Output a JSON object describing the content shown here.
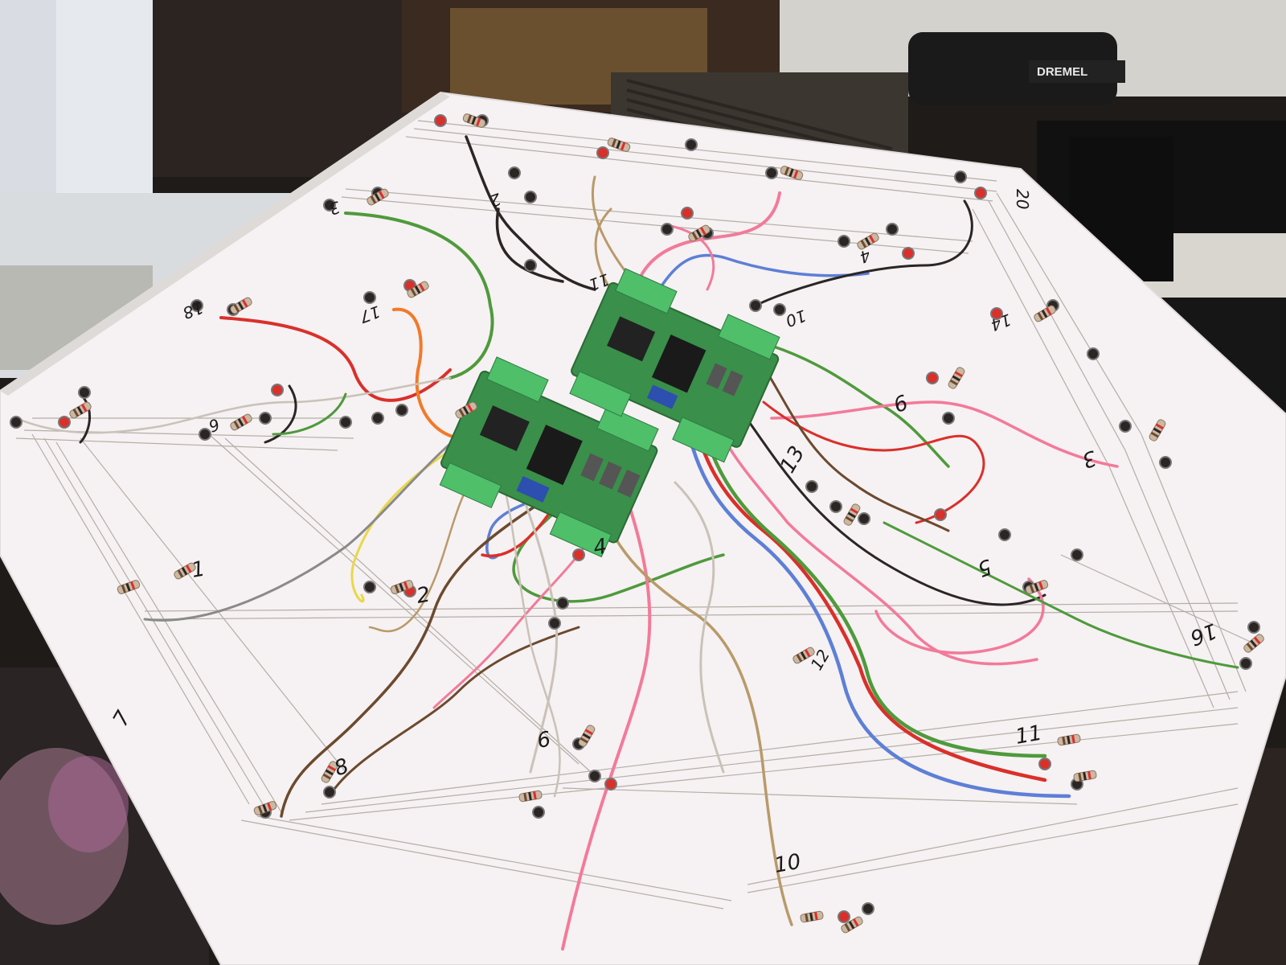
{
  "scene": {
    "board_color": "#f6f1f2",
    "background_color": "#1e1b18"
  },
  "board_numbers": [
    {
      "id": "n1",
      "text": "1"
    },
    {
      "id": "n2",
      "text": "2"
    },
    {
      "id": "n3",
      "text": "3"
    },
    {
      "id": "n4",
      "text": "4"
    },
    {
      "id": "n5",
      "text": "5"
    },
    {
      "id": "n6",
      "text": "6"
    },
    {
      "id": "n7",
      "text": "7"
    },
    {
      "id": "n8",
      "text": "8"
    },
    {
      "id": "n9",
      "text": "9"
    },
    {
      "id": "n10",
      "text": "10"
    },
    {
      "id": "n11",
      "text": "11"
    },
    {
      "id": "n12",
      "text": "12"
    },
    {
      "id": "n13",
      "text": "13"
    },
    {
      "id": "n14",
      "text": "14"
    },
    {
      "id": "n16",
      "text": "16"
    },
    {
      "id": "n17",
      "text": "17"
    },
    {
      "id": "n18",
      "text": "18"
    },
    {
      "id": "n20",
      "text": "20"
    },
    {
      "id": "n2b",
      "text": "2"
    },
    {
      "id": "n6b",
      "text": "6"
    },
    {
      "id": "n10b",
      "text": "10"
    },
    {
      "id": "n11b",
      "text": "11"
    },
    {
      "id": "n3b",
      "text": "3"
    },
    {
      "id": "n4b",
      "text": "4"
    }
  ],
  "equipment": {
    "tool_label": "DREMEL"
  },
  "wire_colors": {
    "red": "#d9302b",
    "pink": "#f27a9a",
    "green": "#4e9a3c",
    "blue": "#5d7fd6",
    "black": "#2b2624",
    "brown": "#6b4a2e",
    "tan": "#b89a6a",
    "yellow": "#e8d84a",
    "orange": "#f07a2a",
    "grey": "#8a8a8a",
    "clear": "#c9c2b8"
  },
  "pcb_color": "#3a8f4a",
  "terminal_color": "#4fbf6a"
}
